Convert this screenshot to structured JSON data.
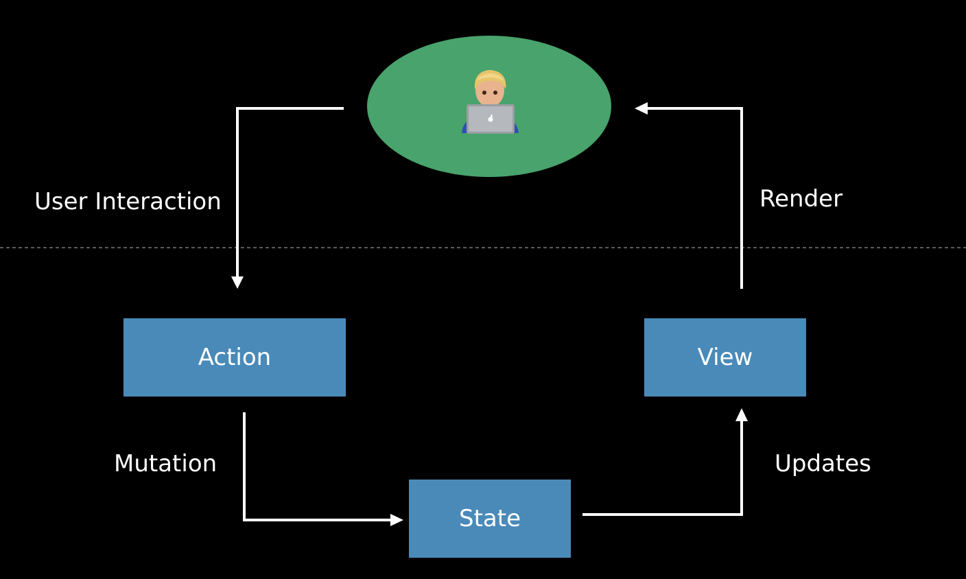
{
  "colors": {
    "background": "#000000",
    "user_ellipse": "#48A36C",
    "box_fill": "#4A8AB9",
    "line": "#ffffff",
    "separator": "#7a7a7a"
  },
  "user": {
    "icon": "technologist-at-laptop-icon"
  },
  "nodes": {
    "action": "Action",
    "view": "View",
    "state": "State"
  },
  "edges": {
    "user_interaction": "User Interaction",
    "render": "Render",
    "mutation": "Mutation",
    "updates": "Updates"
  }
}
